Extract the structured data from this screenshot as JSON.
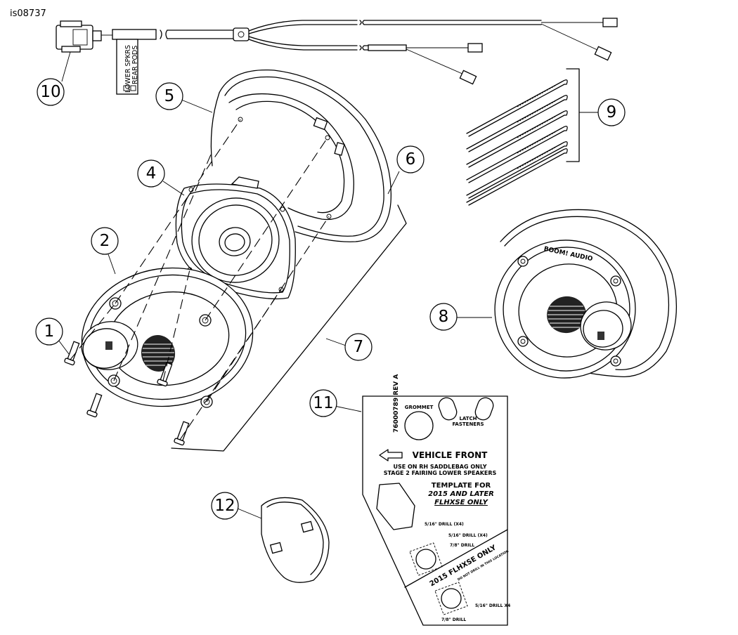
{
  "figure_id": "is08737",
  "harness_tag": {
    "line1": "LOWER SPKRS",
    "line2": "REAR PODS"
  },
  "callouts": [
    {
      "num": "1"
    },
    {
      "num": "2"
    },
    {
      "num": "4"
    },
    {
      "num": "5"
    },
    {
      "num": "6"
    },
    {
      "num": "7"
    },
    {
      "num": "8"
    },
    {
      "num": "9"
    },
    {
      "num": "10"
    },
    {
      "num": "11"
    },
    {
      "num": "12"
    }
  ],
  "speaker_pod_brand": "BOOM! AUDIO",
  "template": {
    "part_no": "76000789 REV A",
    "grommet": "GROMMET",
    "latch_line1": "LATCH",
    "latch_line2": "FASTENERS",
    "vehicle_front": "VEHICLE FRONT",
    "use_line1": "USE ON RH SADDLEBAG ONLY",
    "use_line2": "STAGE 2 FAIRING LOWER SPEAKERS",
    "template_for_1": "TEMPLATE FOR",
    "template_for_2": "2015 AND LATER",
    "template_for_3": "FLHXSE ONLY",
    "drill_1": "5/16\" DRILL (X4)",
    "drill_2": "5/16\" DRILL (X4)",
    "drill_3": "7/8\" DRILL",
    "section_2015": "2015 FLHXSE ONLY",
    "small_note": "DO NOT DRILL IN THIS LOCATION",
    "drill_4": "5/16\" DRILL X4",
    "drill_5": "7/8\" DRILL"
  }
}
